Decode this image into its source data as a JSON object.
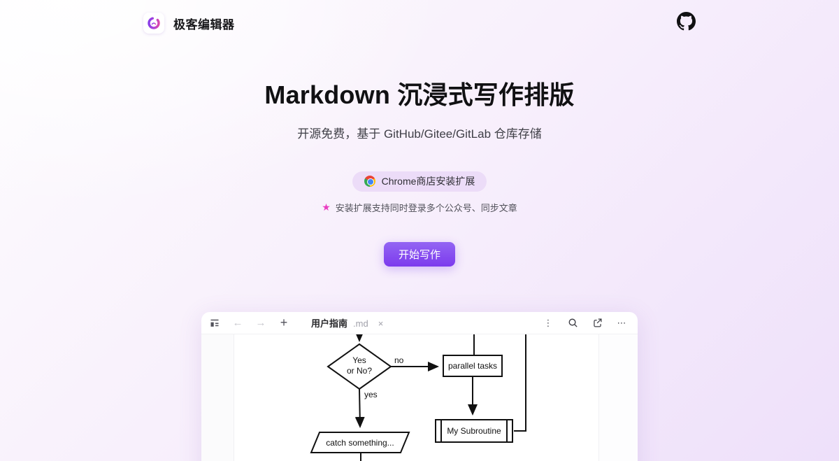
{
  "theme": {
    "background_start": "#fdfcfe",
    "background_end": "#eee0fa",
    "accent_purple": "#7c3aed",
    "star_pink": "#e93cc1",
    "chrome_red": "#ea4335",
    "chrome_yellow": "#fbbc05",
    "chrome_green": "#34a853",
    "chrome_blue": "#4285f4"
  },
  "navbar": {
    "brand": "极客编辑器"
  },
  "hero": {
    "title": "Markdown 沉浸式写作排版",
    "subtitle": "开源免费，基于 GitHub/Gitee/GitLab 仓库存储",
    "chrome_badge_label": "Chrome商店安装扩展",
    "star_glyph": "★",
    "note": "安装扩展支持同时登录多个公众号、同步文章",
    "cta_label": "开始写作"
  },
  "editor": {
    "toolbar": {
      "back_glyph": "←",
      "forward_glyph": "→",
      "plus_glyph": "+",
      "kebab_glyph": "⋮",
      "more_glyph": "⋯"
    },
    "tab": {
      "name": "用户指南",
      "ext": ".md",
      "close_glyph": "×"
    }
  },
  "flowchart": {
    "decision_line1": "Yes",
    "decision_line2": "or No?",
    "no_label": "no",
    "yes_label": "yes",
    "parallel_label": "parallel tasks",
    "subroutine_label": "My Subroutine",
    "catch_label": "catch something..."
  }
}
